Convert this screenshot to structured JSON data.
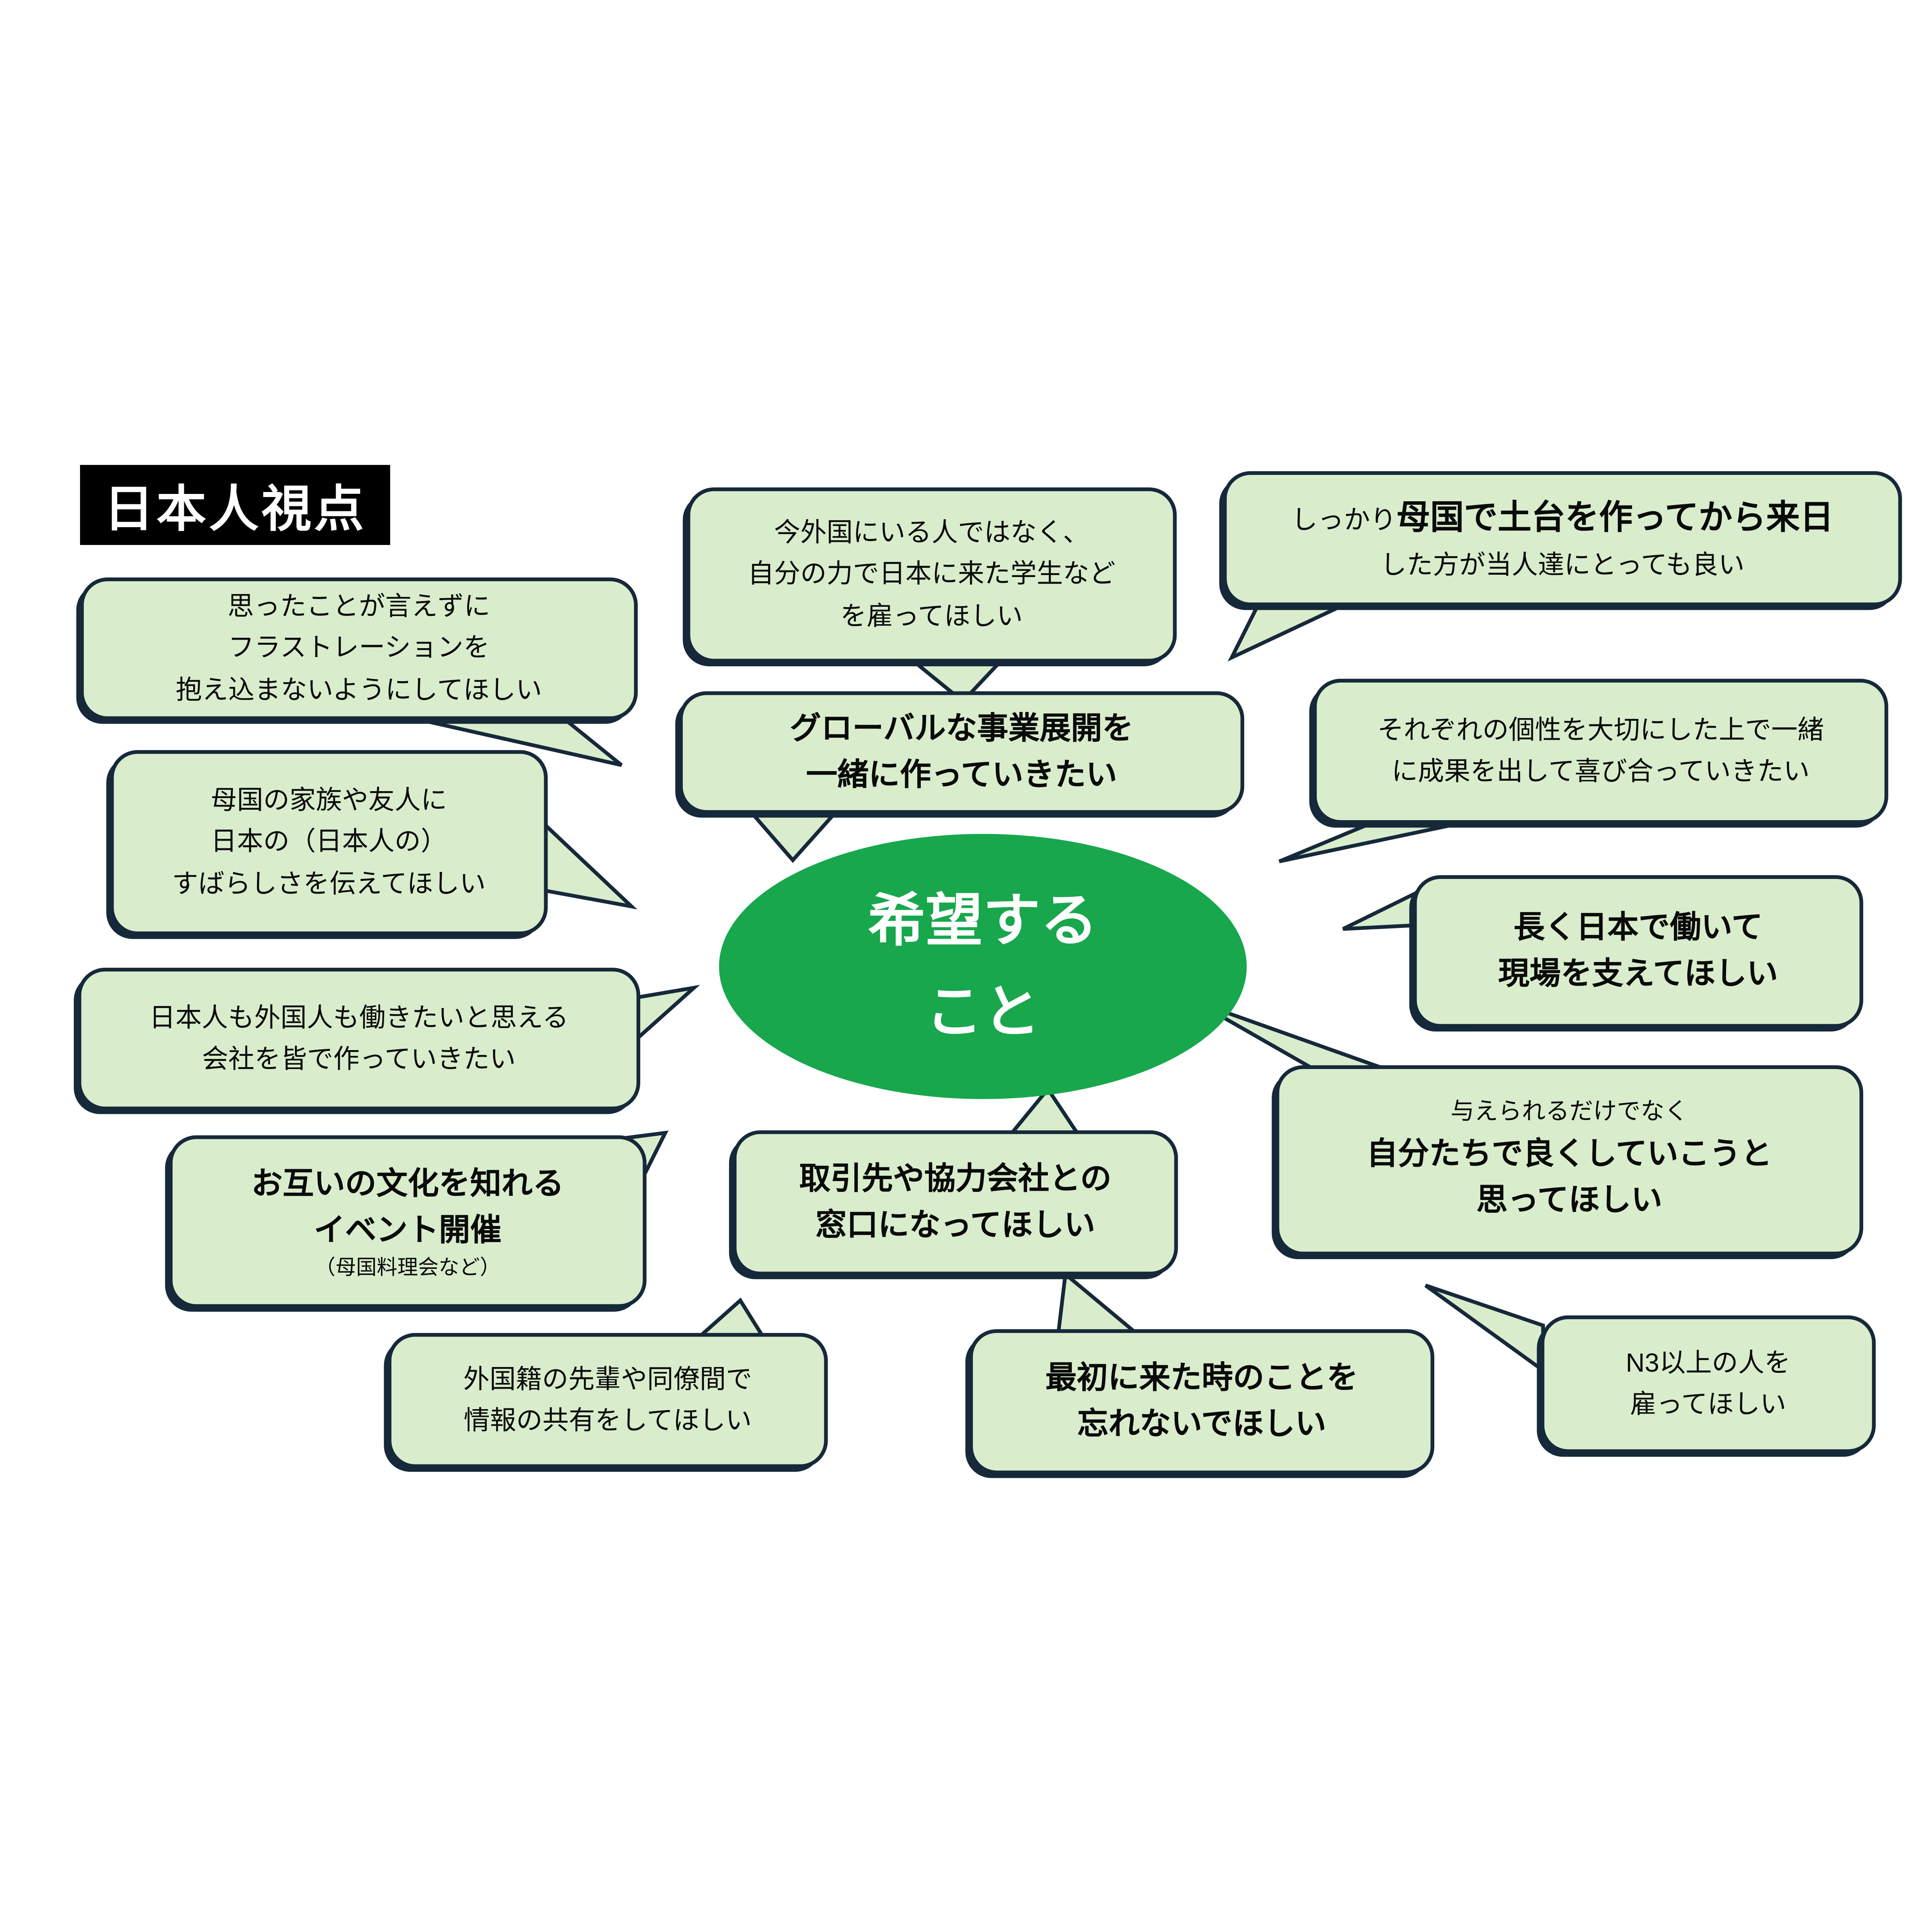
{
  "title": "日本人視点",
  "center": {
    "line1": "希望する",
    "line2": "こと"
  },
  "bubbles": {
    "omotta": {
      "lines": [
        "思ったことが言えずに",
        "フラストレーションを",
        "抱え込まないようにしてほしい"
      ]
    },
    "bokoku": {
      "lines": [
        "母国の家族や友人に",
        "日本の（日本人の）",
        "すばらしさを伝えてほしい"
      ]
    },
    "nihonjin": {
      "lines": [
        "日本人も外国人も働きたいと思える",
        "会社を皆で作っていきたい"
      ]
    },
    "otagai": {
      "line1": "お互いの文化を知れる",
      "line2": "イベント開催",
      "line3": "（母国料理会など）"
    },
    "gaikokuseki": {
      "lines": [
        "外国籍の先輩や同僚間で",
        "情報の共有をしてほしい"
      ]
    },
    "imagaikoku": {
      "lines": [
        "今外国にいる人ではなく、",
        "自分の力で日本に来た学生など",
        "を雇ってほしい"
      ]
    },
    "global": {
      "lines": [
        "グローバルな事業展開を",
        "一緒に作っていきたい"
      ]
    },
    "torihiki": {
      "lines": [
        "取引先や協力会社との",
        "窓口になってほしい"
      ]
    },
    "saisho": {
      "lines": [
        "最初に来た時のことを",
        "忘れないでほしい"
      ]
    },
    "shikkari": {
      "line1_prefix": "しっかり",
      "line1_bold": "母国で土台を作ってから来日",
      "line2": "した方が当人達にとっても良い"
    },
    "sorezore": {
      "lines": [
        "それぞれの個性を大切にした上で一緒",
        "に成果を出して喜び合っていきたい"
      ]
    },
    "nagaku": {
      "lines": [
        "長く日本で働いて",
        "現場を支えてほしい"
      ]
    },
    "ataerareru": {
      "line1": "与えられるだけでなく",
      "line2": "自分たちで良くしていこうと",
      "line3": "思ってほしい"
    },
    "n3": {
      "lines": [
        "N3以上の人を",
        "雇ってほしい"
      ]
    }
  },
  "colors": {
    "bubble_fill": "#d9edcc",
    "bubble_border": "#16293a",
    "center_fill": "#18a74d",
    "center_text": "#ffffff",
    "title_bg": "#000000",
    "title_text": "#ffffff",
    "text": "#0a0a0a",
    "background": "#ffffff"
  }
}
